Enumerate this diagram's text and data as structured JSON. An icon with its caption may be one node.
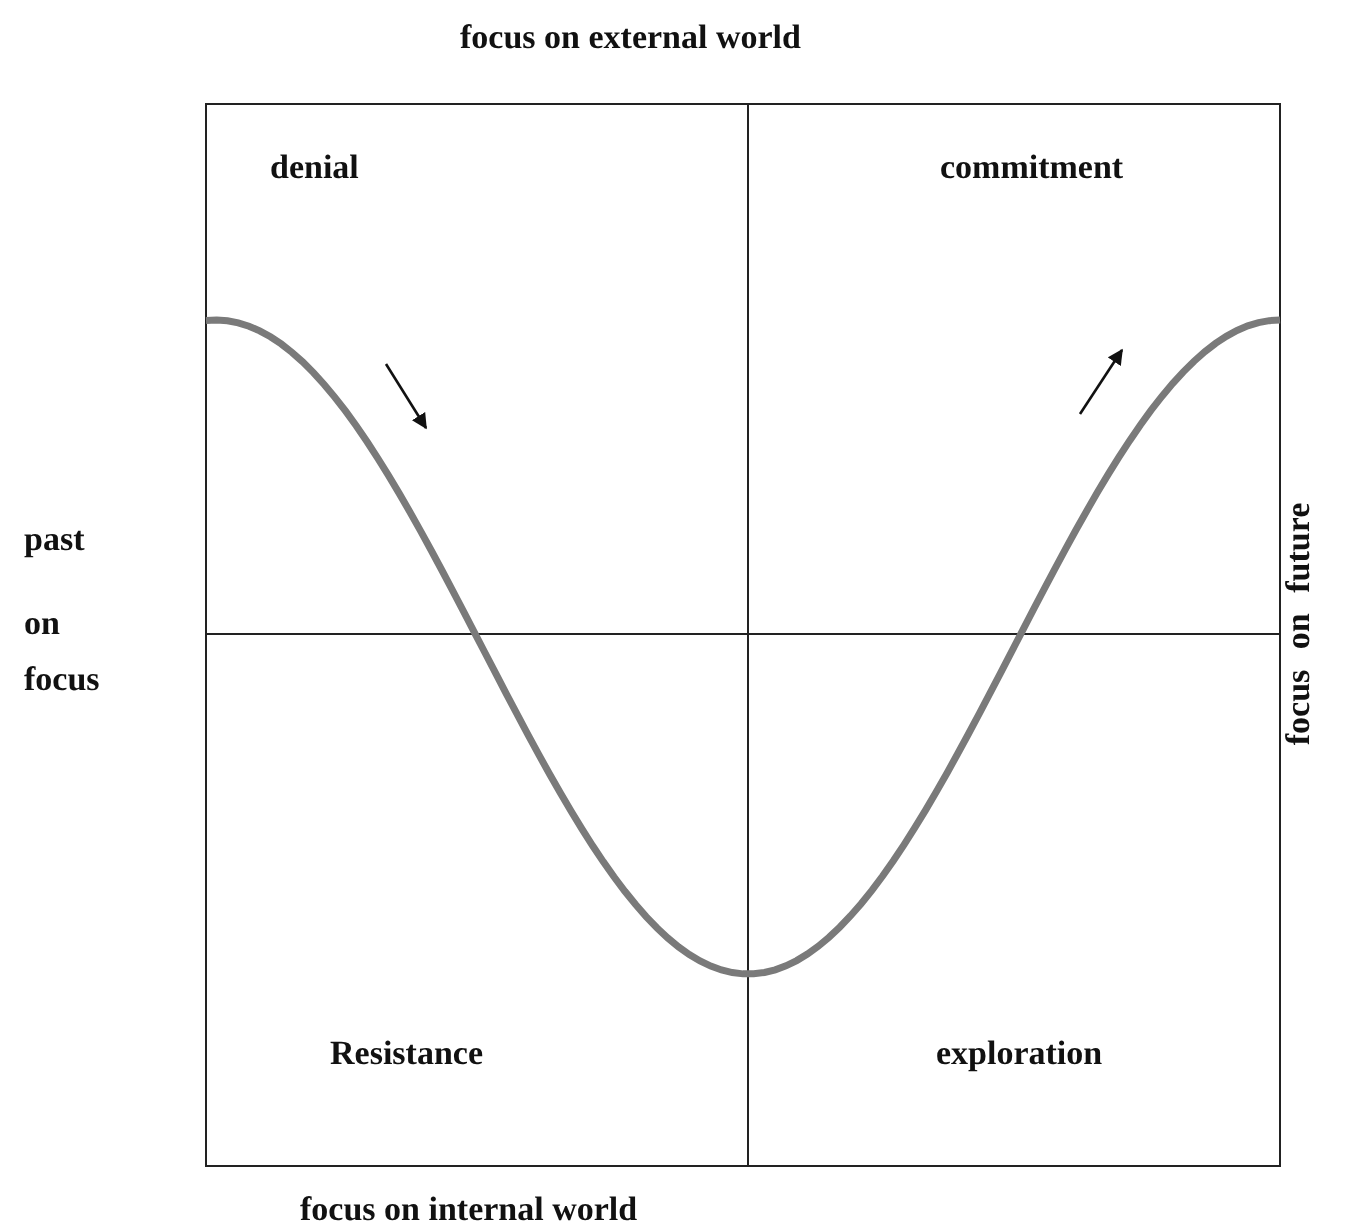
{
  "diagram": {
    "labels": [
      "focus on external world",
      "denial",
      "commitment",
      "past",
      "on",
      "focus",
      "focus on future",
      "Resistance",
      "exploration",
      "focus on internal world"
    ]
  }
}
